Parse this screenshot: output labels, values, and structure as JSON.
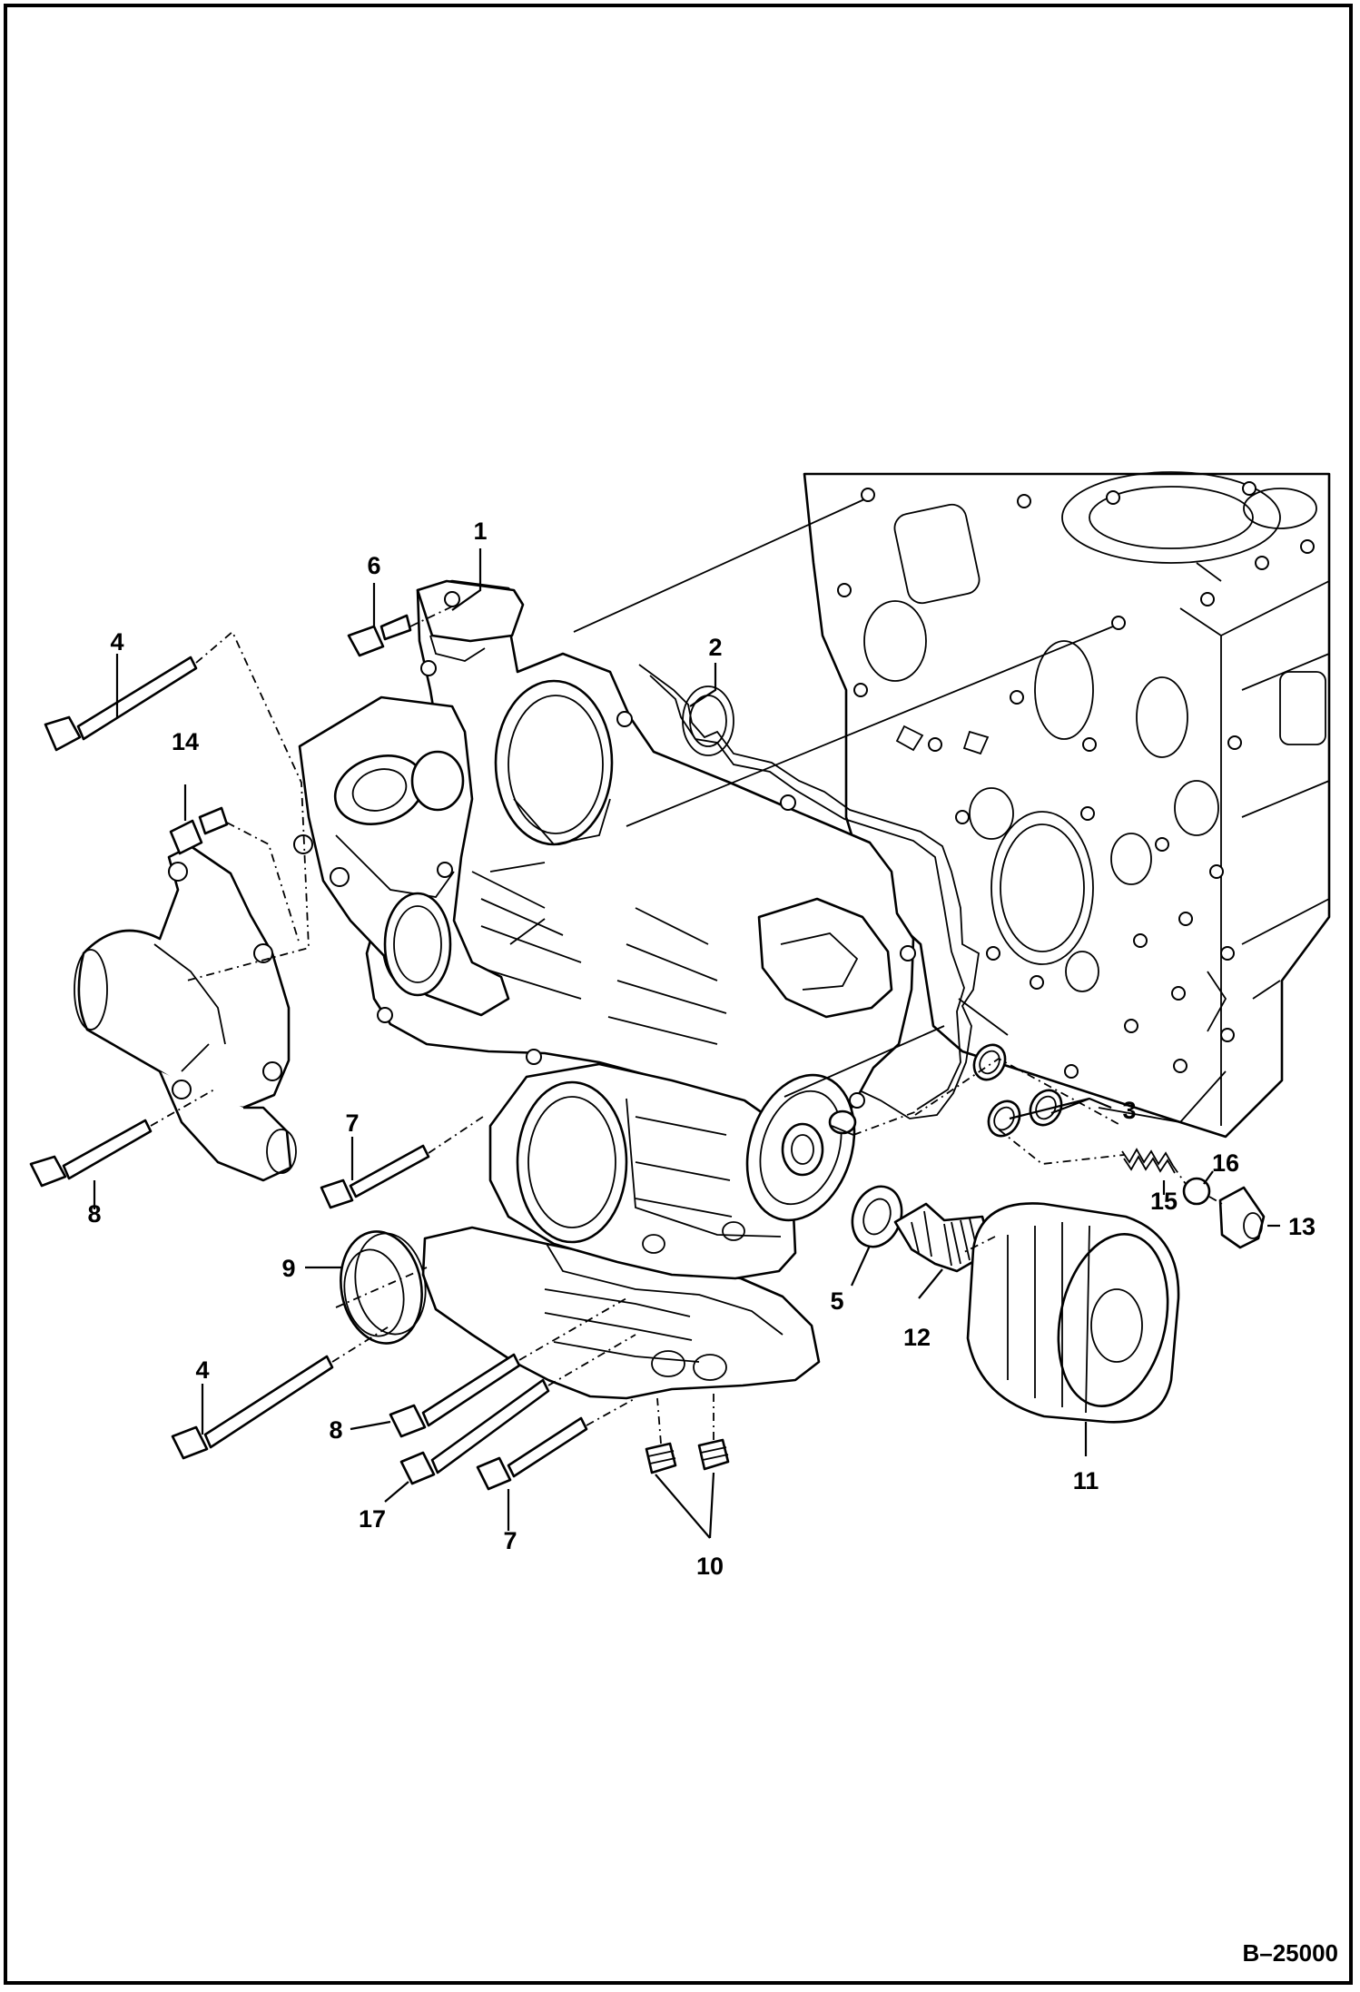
{
  "drawing_ref": "B–25000",
  "callouts": [
    {
      "id": "c1",
      "text": "1"
    },
    {
      "id": "c2",
      "text": "2"
    },
    {
      "id": "c3",
      "text": "3"
    },
    {
      "id": "c4a",
      "text": "4"
    },
    {
      "id": "c4b",
      "text": "4"
    },
    {
      "id": "c5",
      "text": "5"
    },
    {
      "id": "c6",
      "text": "6"
    },
    {
      "id": "c7a",
      "text": "7"
    },
    {
      "id": "c7b",
      "text": "7"
    },
    {
      "id": "c8a",
      "text": "8"
    },
    {
      "id": "c8b",
      "text": "8"
    },
    {
      "id": "c9",
      "text": "9"
    },
    {
      "id": "c10",
      "text": "10"
    },
    {
      "id": "c11",
      "text": "11"
    },
    {
      "id": "c12",
      "text": "12"
    },
    {
      "id": "c13",
      "text": "13"
    },
    {
      "id": "c14",
      "text": "14"
    },
    {
      "id": "c15",
      "text": "15"
    },
    {
      "id": "c16",
      "text": "16"
    },
    {
      "id": "c17",
      "text": "17"
    }
  ]
}
